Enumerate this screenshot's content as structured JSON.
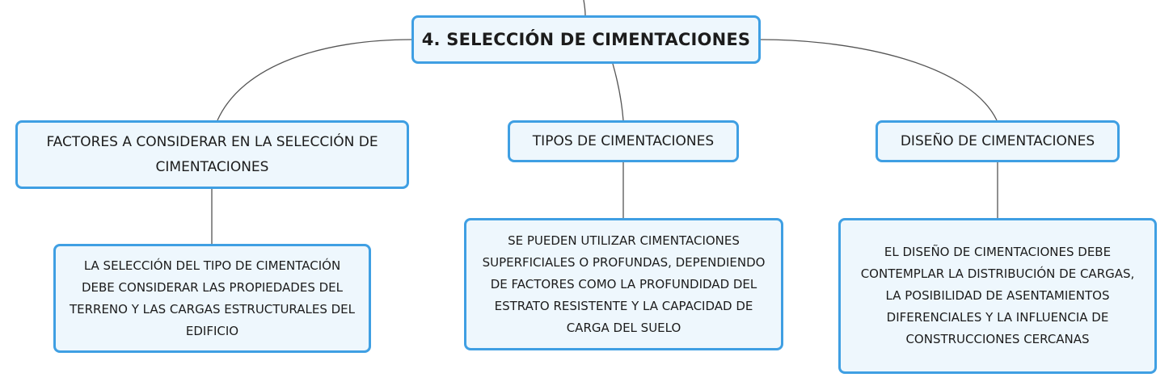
{
  "colors": {
    "node_border": "#3f9fe3",
    "node_fill": "#eef7fd",
    "connector": "#555555",
    "text": "#1c1c1c"
  },
  "root": {
    "label": "4. SELECCIÓN DE CIMENTACIONES"
  },
  "branches": [
    {
      "label": "FACTORES A CONSIDERAR EN LA SELECCIÓN DE CIMENTACIONES",
      "detail": "LA SELECCIÓN DEL TIPO DE CIMENTACIÓN DEBE CONSIDERAR LAS PROPIEDADES DEL TERRENO Y LAS CARGAS ESTRUCTURALES DEL EDIFICIO"
    },
    {
      "label": "TIPOS DE CIMENTACIONES",
      "detail": "SE PUEDEN UTILIZAR CIMENTACIONES SUPERFICIALES O PROFUNDAS, DEPENDIENDO DE FACTORES COMO LA PROFUNDIDAD DEL ESTRATO RESISTENTE Y LA CAPACIDAD DE CARGA DEL SUELO"
    },
    {
      "label": "DISEÑO DE CIMENTACIONES",
      "detail": "EL DISEÑO DE CIMENTACIONES DEBE CONTEMPLAR LA DISTRIBUCIÓN DE CARGAS, LA POSIBILIDAD DE ASENTAMIENTOS DIFERENCIALES Y LA INFLUENCIA DE CONSTRUCCIONES CERCANAS"
    }
  ]
}
